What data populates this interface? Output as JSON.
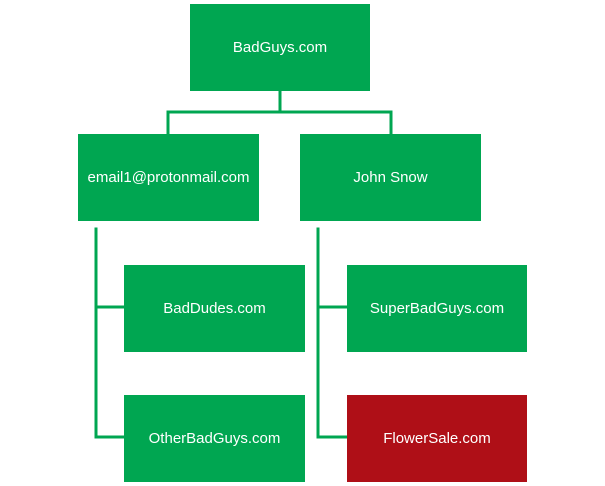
{
  "colors": {
    "node_default": "#00a651",
    "node_highlight": "#af0f17",
    "connector": "#00a651"
  },
  "nodes": {
    "root": {
      "label": "BadGuys.com"
    },
    "email": {
      "label": "email1@protonmail.com"
    },
    "john": {
      "label": "John Snow"
    },
    "baddudes": {
      "label": "BadDudes.com"
    },
    "otherbadguys": {
      "label": "OtherBadGuys.com"
    },
    "superbadguys": {
      "label": "SuperBadGuys.com"
    },
    "flowersale": {
      "label": "FlowerSale.com",
      "highlighted": true
    }
  }
}
